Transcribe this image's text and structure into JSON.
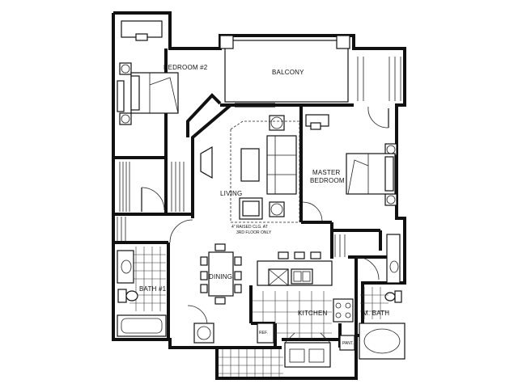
{
  "rooms": {
    "bedroom2": "BEDROOM #2",
    "balcony": "BALCONY",
    "living": "LIVING",
    "master_line1": "MASTER",
    "master_line2": "BEDROOM",
    "dining": "DINING",
    "bath1": "BATH #1",
    "kitchen": "KITCHEN",
    "mbath": "M. BATH"
  },
  "notes": {
    "raised_line1": "4\" RAISED CLG. AT",
    "raised_line2": "3RD FLOOR ONLY",
    "ref": "REF.",
    "pant": "PANT."
  }
}
